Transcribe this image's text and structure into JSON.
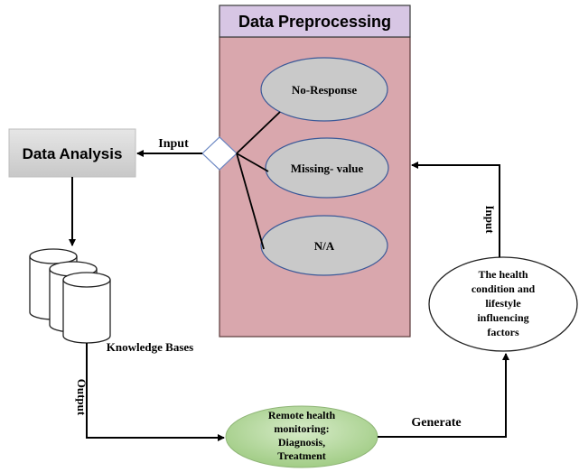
{
  "preprocessing": {
    "title": "Data Preprocessing",
    "items": [
      "No-Response",
      "Missing- value",
      "N/A"
    ]
  },
  "analysis": {
    "title": "Data Analysis"
  },
  "knowledge": {
    "label": "Knowledge Bases"
  },
  "health": {
    "lines": [
      "The health",
      "condition  and",
      "lifestyle",
      "influencing",
      "factors"
    ]
  },
  "remote": {
    "lines": [
      "Remote health",
      "monitoring:",
      "Diagnosis,",
      "Treatment"
    ]
  },
  "edges": {
    "input_left": "Input",
    "input_right": "Input",
    "output": "Output",
    "generate": "Generate"
  },
  "colors": {
    "preprocessing_fill": "#d9a7ad",
    "title_fill": "#d7c6e4",
    "ellipse_fill": "#c9c9c9",
    "analysis_fill": "#d3d3d3",
    "remote_fill": "#a7d18e",
    "outline": "#3a3a3a"
  }
}
